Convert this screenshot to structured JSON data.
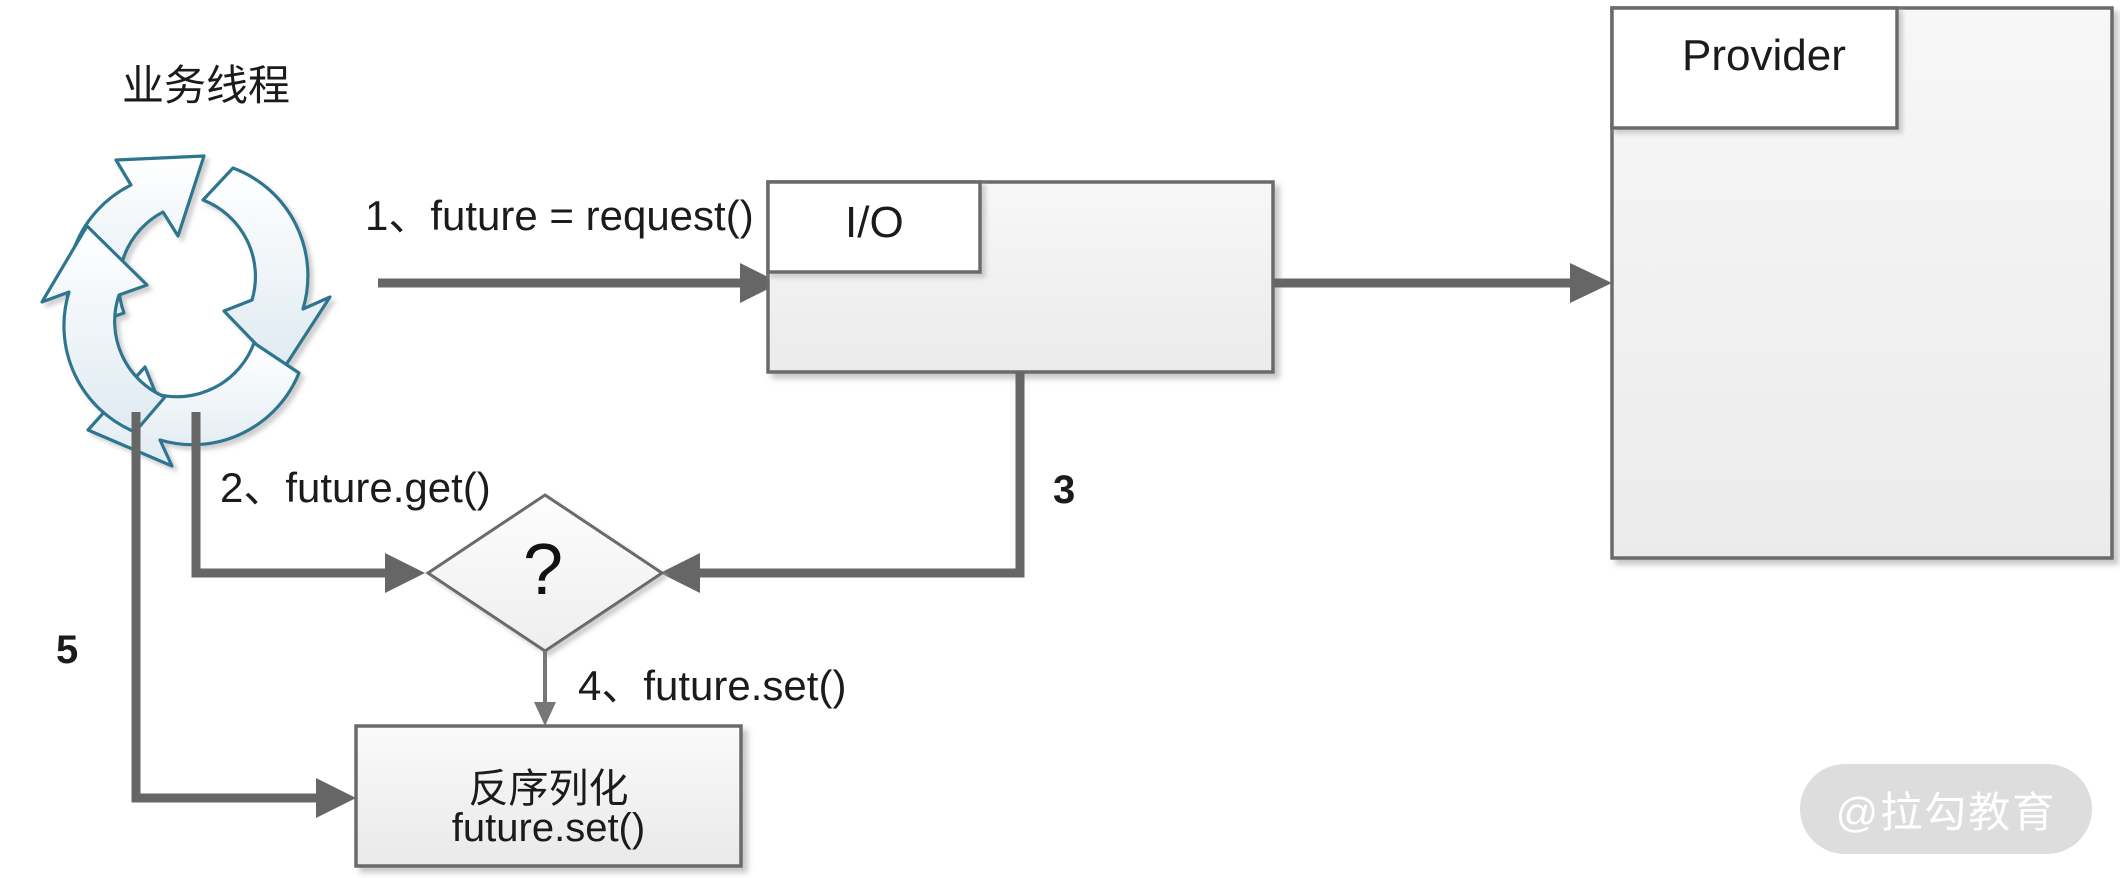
{
  "diagram": {
    "title_label": "业务线程",
    "colors": {
      "arrow_gray": "#666666",
      "thin_arrow_gray": "#7a7a7a",
      "box_stroke": "#6b6b6b",
      "cycle_stroke": "#2e7590",
      "cycle_fill_top": "#ffffff",
      "cycle_fill_bottom": "#e3eef4",
      "panel_fill": "#f0f0f0",
      "tab_fill": "#ffffff",
      "watermark_bg": "#dcdcdc",
      "watermark_text": "#ffffff",
      "text": "#1b1b1b"
    },
    "cycle": {
      "name": "business-thread-cycle",
      "arrow_count": 4
    },
    "io_panel": {
      "tab_label": "I/O",
      "name": "io-panel"
    },
    "provider_panel": {
      "tab_label": "Provider",
      "name": "provider-panel"
    },
    "decision": {
      "label": "?",
      "name": "decision-diamond"
    },
    "deserialize_box": {
      "line1": "反序列化",
      "line2": "future.set()"
    },
    "steps": [
      {
        "id": "step-1",
        "label": "1、future = request()"
      },
      {
        "id": "step-2",
        "label": "2、future.get()"
      },
      {
        "id": "step-3",
        "label": "3"
      },
      {
        "id": "step-4",
        "label": "4、future.set()"
      },
      {
        "id": "step-5",
        "label": "5"
      }
    ],
    "watermark": {
      "text": "@拉勾教育"
    }
  }
}
